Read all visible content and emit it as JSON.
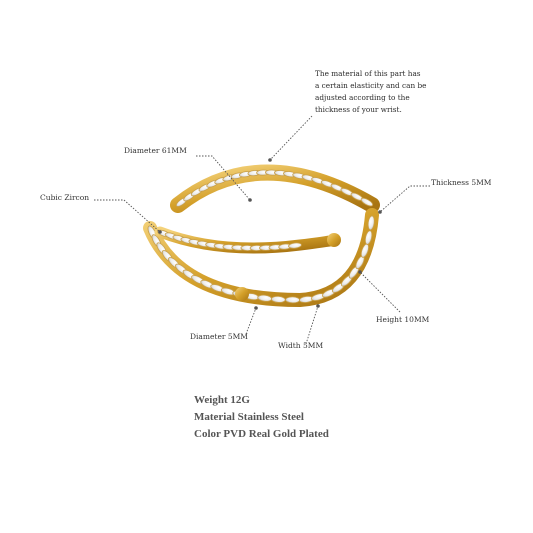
{
  "note": {
    "lines": [
      "The material of this part has",
      "a certain elasticity and can be",
      "adjusted according to the",
      "thickness of your wrist."
    ]
  },
  "labels": {
    "diameter_outer": "Diameter 61MM",
    "cubic_zircon": "Cubic Zircon",
    "thickness": "Thickness 5MM",
    "height": "Height 10MM",
    "diameter_stone": "Diameter 5MM",
    "width": "Width 5MM"
  },
  "specs": {
    "weight": "Weight 12G",
    "material": "Material Stainless Steel",
    "color": "Color PVD Real Gold Plated"
  },
  "colors": {
    "gold": "#d4a02a",
    "gold_dark": "#a87412",
    "gold_light": "#f4d27a",
    "stone": "#f3f3f3",
    "line": "#555555"
  }
}
